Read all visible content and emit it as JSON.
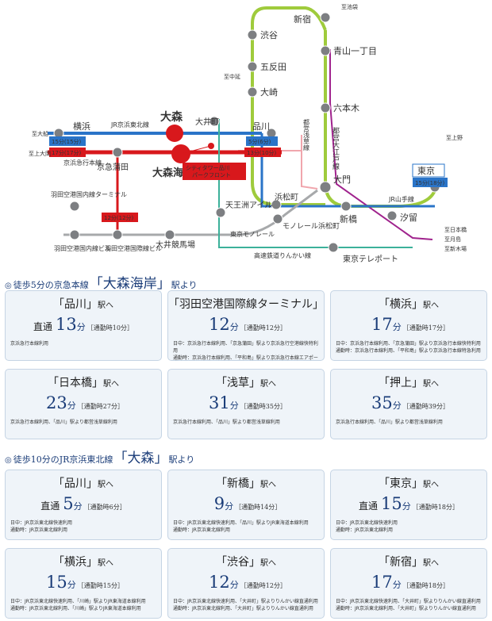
{
  "map": {
    "stations": {
      "shinjuku": "新宿",
      "shibuya": "渋谷",
      "aoyama": "青山一丁目",
      "gotanda": "五反田",
      "osaki": "大崎",
      "roppongi": "六本木",
      "oimachi": "大井町",
      "shinagawa": "品川",
      "yokohama": "横浜",
      "omori": "大森",
      "omori_kaigan": "大森海岸",
      "keikyu_kamata": "京急蒲田",
      "daimon": "大門",
      "hamamatsucho": "浜松町",
      "tokyo": "東京",
      "shimbashi": "新橋",
      "shiodome": "汐留",
      "tennozu": "天王洲\nアイル",
      "monorail_hamamatsucho": "モノレール\n浜松町",
      "oi_keibajo": "大井競馬場",
      "teleport": "東京テレポート",
      "haneda_dom": "羽田空港\n国内線\nターミナル",
      "haneda_intl": "羽田空港\n国際線\nターミナル",
      "haneda_dom_bldg": "羽田空港\n国内線ビル",
      "haneda_intl_bldg": "羽田空港\n国際線ビル"
    },
    "lines": {
      "jr_keihin": "JR京浜東北線",
      "keikyu": "京浜急行本線",
      "toei_asakusa": "都営浅草線",
      "toei_oedo": "都営大江戸線",
      "yamanote": "JR山手線",
      "monorail": "東京モノレール",
      "rinkai": "高速鉄道りんかい線"
    },
    "to_labels": {
      "ikebukuro": "至池袋",
      "nakanobu": "至中延",
      "ofuna": "至大船",
      "kamiooka": "至上大岡",
      "ueno": "至上野",
      "nihombashi": "至日本橋",
      "tsukishima": "至月島",
      "shinkiba": "至新木場"
    },
    "times": {
      "yokohama_jr": "15分(15分)",
      "yokohama_kk": "17分(17分)",
      "shinagawa_jr": "5分(6分)",
      "shinagawa_kk": "13分(10分)",
      "haneda": "12分(12分)",
      "tokyo": "15分(18分)"
    },
    "property": "シティタワー品川\nパークフロント"
  },
  "section1": {
    "pre": "徒歩5分の京急本線",
    "name": "大森海岸",
    "post": "駅より"
  },
  "section2": {
    "pre": "徒歩10分のJR京浜東北線",
    "name": "大森",
    "post": "駅より"
  },
  "cards1": [
    {
      "dest": "品川",
      "suffix": "駅へ",
      "prefix": "直通",
      "min": "13",
      "unit": "分",
      "commute": "［通勤時10分］",
      "note": "京浜急行本線利用"
    },
    {
      "dest": "羽田空港国際線ターミナル",
      "suffix": "駅へ",
      "prefix": "",
      "min": "12",
      "unit": "分",
      "commute": "［通勤時12分］",
      "note": "日中：京浜急行本線利用、「京急蒲田」駅より京浜急行空港線快特利用\n通勤時：京浜急行本線利用、「平和島」駅より京浜急行本線エアポート急行利用"
    },
    {
      "dest": "横浜",
      "suffix": "駅へ",
      "prefix": "",
      "min": "17",
      "unit": "分",
      "commute": "［通勤時17分］",
      "note": "日中：京浜急行本線利用、「京急蒲田」駅より京浜急行本線快特利用\n通勤時：京浜急行本線利用、「平和島」駅より京浜急行本線特急利用"
    },
    {
      "dest": "日本橋",
      "suffix": "駅へ",
      "prefix": "",
      "min": "23",
      "unit": "分",
      "commute": "［通勤時27分］",
      "note": "京浜急行本線利用、「品川」駅より都営浅草線利用"
    },
    {
      "dest": "浅草",
      "suffix": "駅へ",
      "prefix": "",
      "min": "31",
      "unit": "分",
      "commute": "［通勤時35分］",
      "note": "京浜急行本線利用、「品川」駅より都営浅草線利用"
    },
    {
      "dest": "押上",
      "suffix": "駅へ",
      "prefix": "",
      "min": "35",
      "unit": "分",
      "commute": "［通勤時39分］",
      "note": "京浜急行本線利用、「品川」駅より都営浅草線利用"
    }
  ],
  "cards2": [
    {
      "dest": "品川",
      "suffix": "駅へ",
      "prefix": "直通",
      "min": "5",
      "unit": "分",
      "commute": "［通勤時6分］",
      "note": "日中：JR京浜東北線快速利用\n通勤時：JR京浜東北線利用"
    },
    {
      "dest": "新橋",
      "suffix": "駅へ",
      "prefix": "",
      "min": "9",
      "unit": "分",
      "commute": "［通勤時14分］",
      "note": "日中：JR京浜東北線快速利用、「品川」駅よりJR東海道本線利用\n通勤時：JR京浜東北線利用"
    },
    {
      "dest": "東京",
      "suffix": "駅へ",
      "prefix": "直通",
      "min": "15",
      "unit": "分",
      "commute": "［通勤時18分］",
      "note": "日中：JR京浜東北線快速利用\n通勤時：JR京浜東北線利用"
    },
    {
      "dest": "横浜",
      "suffix": "駅へ",
      "prefix": "",
      "min": "15",
      "unit": "分",
      "commute": "［通勤時15分］",
      "note": "日中：JR京浜東北線快速利用、「川崎」駅よりJR東海道本線利用\n通勤時：JR京浜東北線利用、「川崎」駅よりJR東海道本線利用"
    },
    {
      "dest": "渋谷",
      "suffix": "駅へ",
      "prefix": "",
      "min": "12",
      "unit": "分",
      "commute": "［通勤時12分］",
      "note": "日中：JR京浜東北線快速利用、「大井町」駅よりりんかい線直通利用\n通勤時：JR京浜東北線利用、「大井町」駅よりりんかい線直通利用"
    },
    {
      "dest": "新宿",
      "suffix": "駅へ",
      "prefix": "",
      "min": "17",
      "unit": "分",
      "commute": "［通勤時18分］",
      "note": "日中：JR京浜東北線快速利用、「大井町」駅よりりんかい線直通利用\n通勤時：JR京浜東北線利用、「大井町」駅よりりんかい線直通利用"
    }
  ],
  "colors": {
    "jr_keihin": "#2a74c8",
    "keikyu": "#d8181c",
    "yamanote": "#9fcb3c",
    "oedo": "#a0238d",
    "asakusa": "#f0a6ad",
    "monorail": "#a7a9ab",
    "rinkai": "#3cb19a",
    "navy": "#1a3c78"
  }
}
